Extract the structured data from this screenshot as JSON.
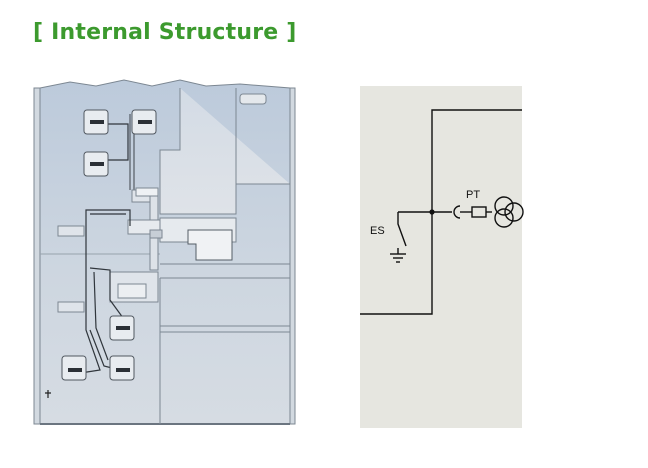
{
  "title": "[ Internal Structure ]",
  "colors": {
    "title_green": "#3c9a2e",
    "cabinet_fill": "#c8d4e0",
    "diagram_bg": "#e6e6e0"
  },
  "schematic": {
    "label_pt": "PT",
    "label_es": "ES"
  }
}
